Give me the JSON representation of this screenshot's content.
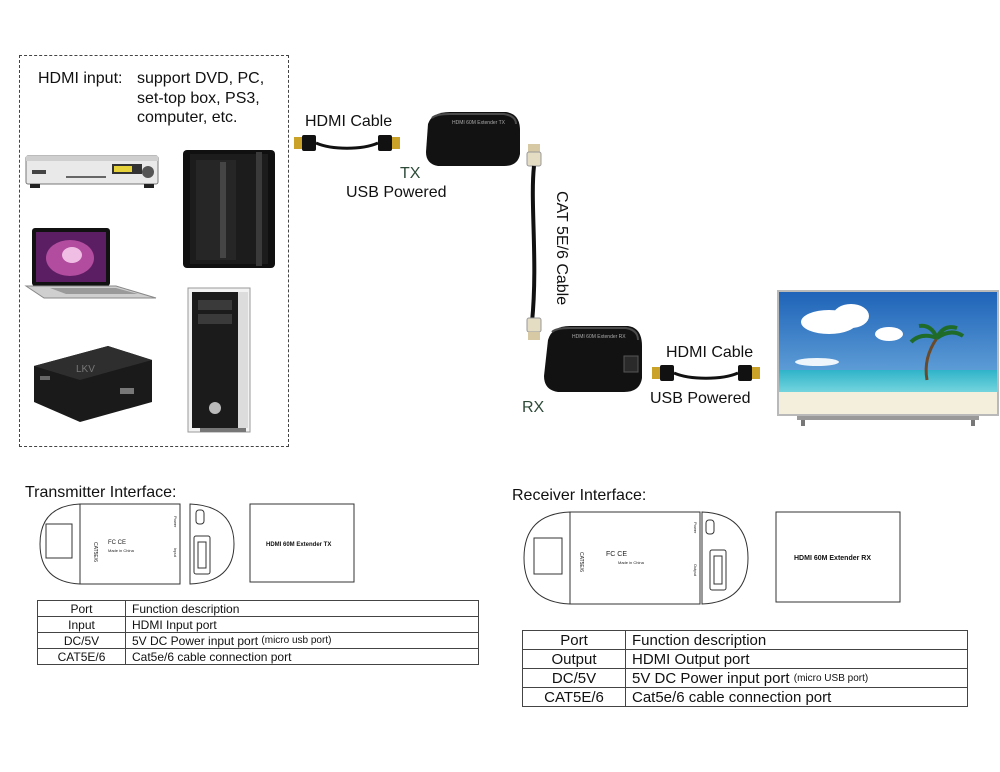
{
  "hdmi_input": {
    "label": "HDMI input:",
    "line1": "support DVD, PC,",
    "line2": "set-top box, PS3,",
    "line3": "computer, etc."
  },
  "tx_cable": {
    "label": "HDMI Cable"
  },
  "tx_unit": {
    "name": "TX",
    "power": "USB Powered",
    "device_text": "HDMI 60M Extender TX"
  },
  "cat_cable": {
    "label": "CAT 5E/6 Cable"
  },
  "rx_unit": {
    "name": "RX",
    "device_text": "HDMI 60M Extender RX"
  },
  "rx_cable": {
    "label": "HDMI Cable",
    "power": "USB Powered"
  },
  "transmitter": {
    "title": "Transmitter Interface:",
    "side_label": "CAT5E/6",
    "power_label": "Power",
    "input_label": "Input",
    "made_in": "Made in China",
    "front_text": "HDMI 60M Extender TX",
    "table": {
      "headers": [
        "Port",
        "Function description"
      ],
      "rows": [
        {
          "port": "Input",
          "desc": "HDMI Input port",
          "note": ""
        },
        {
          "port": "DC/5V",
          "desc": "5V DC Power input port",
          "note": "(micro usb port)"
        },
        {
          "port": "CAT5E/6",
          "desc": "Cat5e/6 cable connection port",
          "note": ""
        }
      ]
    }
  },
  "receiver": {
    "title": "Receiver Interface:",
    "side_label": "CAT5E/6",
    "power_label": "Power",
    "output_label": "Output",
    "made_in": "Made in China",
    "front_text": "HDMI 60M Extender RX",
    "table": {
      "headers": [
        "Port",
        "Function description"
      ],
      "rows": [
        {
          "port": "Output",
          "desc": "HDMI Output port",
          "note": ""
        },
        {
          "port": "DC/5V",
          "desc": "5V DC Power input port",
          "note": "(micro USB port)"
        },
        {
          "port": "CAT5E/6",
          "desc": "Cat5e/6 cable connection port",
          "note": ""
        }
      ]
    }
  }
}
